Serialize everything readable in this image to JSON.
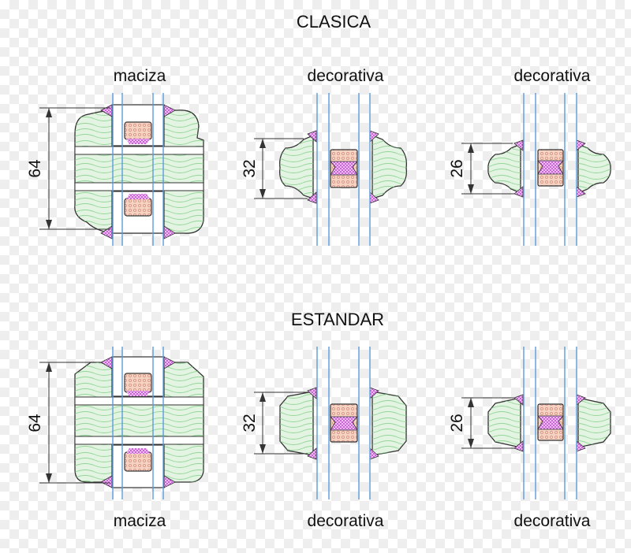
{
  "sections": [
    {
      "title": "CLASICA",
      "profiles": [
        {
          "label": "maciza",
          "dimension": "64"
        },
        {
          "label": "decorativa",
          "dimension": "32"
        },
        {
          "label": "decorativa",
          "dimension": "26"
        }
      ]
    },
    {
      "title": "ESTANDAR",
      "profiles": [
        {
          "label": "maciza",
          "dimension": "64"
        },
        {
          "label": "decorativa",
          "dimension": "32"
        },
        {
          "label": "decorativa",
          "dimension": "26"
        }
      ]
    }
  ],
  "colors": {
    "wood_fill": "#e4f4e2",
    "wood_grain": "#7fce86",
    "glass_line": "#5b9bdc",
    "spacer_fill": "#f6d2c2",
    "seal_fill": "#cc55dd",
    "outline": "#333333"
  }
}
